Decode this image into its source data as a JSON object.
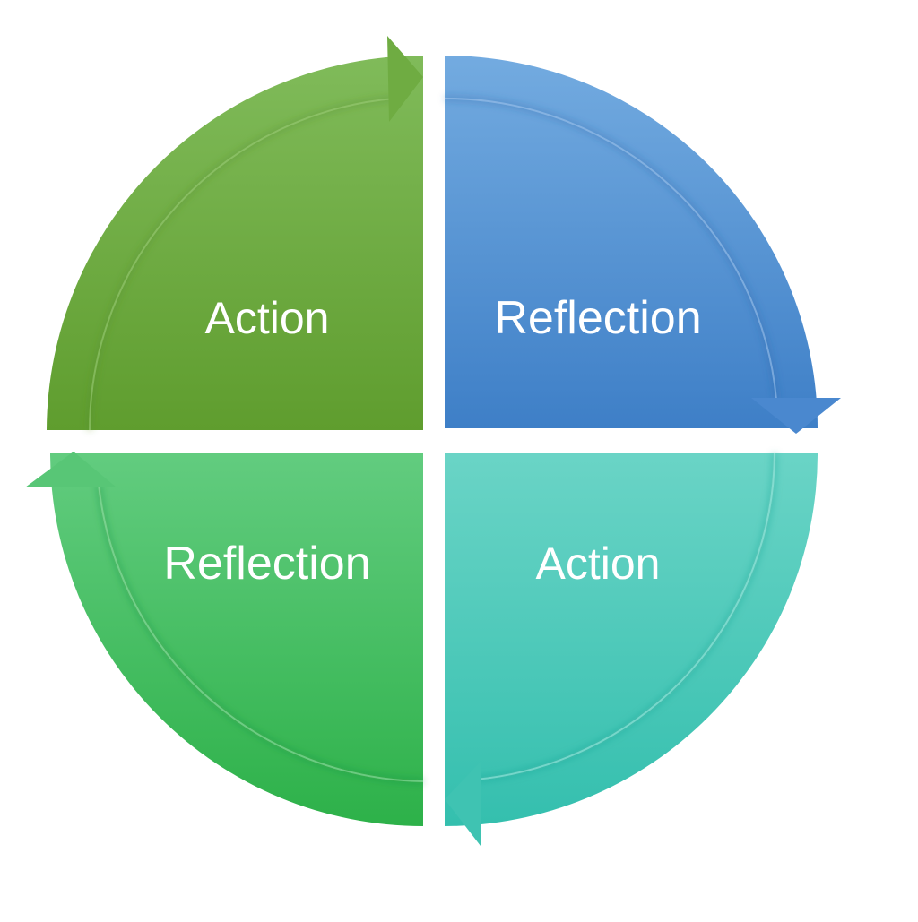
{
  "quadrants": {
    "top_left": {
      "label": "Action",
      "color_top": "#7fba58",
      "color_bottom": "#5f9e2f"
    },
    "top_right": {
      "label": "Reflection",
      "color_top": "#6fa8de",
      "color_bottom": "#3f80c8"
    },
    "bottom_left": {
      "label": "Reflection",
      "color_top": "#5cc97a",
      "color_bottom": "#2eb24a"
    },
    "bottom_right": {
      "label": "Action",
      "color_top": "#66d3c4",
      "color_bottom": "#36c1b1"
    }
  }
}
